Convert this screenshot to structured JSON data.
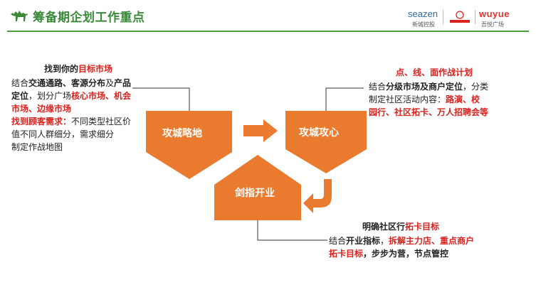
{
  "header": {
    "title": "筹备期企划工作重点",
    "brand_left_name": "seazen",
    "brand_left_sub": "新城控股",
    "brand_right_name": "wuyue",
    "brand_right_sub": "吾悦广场",
    "colors": {
      "title": "#3a8a3a",
      "rule": "#4a9a3a",
      "shape": "#e97a2e",
      "accent": "#d8231f"
    }
  },
  "steps": {
    "s1": "攻城略地",
    "s2": "攻城攻心",
    "s3": "剑指开业"
  },
  "block1": {
    "title_a": "找到你的",
    "title_b": "目标市场",
    "l1_a": "结合",
    "l1_b": "交通通路、客源分布",
    "l1_c": "及",
    "l1_d": "产品",
    "l2_a": "定位",
    "l2_b": "，划分广场",
    "l2_c": "核心市场、机会",
    "l3_a": "市场、边缘市场",
    "l4_a": "找到顾客需求：",
    "l4_b": "不同类型社区价",
    "l5": "值不同人群细分，需求细分",
    "l6": "制定作战地图"
  },
  "block2": {
    "title": "点、线、面作战计划",
    "l1_a": "结合",
    "l1_b": "分级市场及商户定位",
    "l1_c": "，分类",
    "l2_a": "制定社区活动内容：",
    "l2_b": "路演、校",
    "l3": "园行、社区拓卡、万人招聘会等"
  },
  "block3": {
    "title_a": "明确社区行",
    "title_b": "拓卡目标",
    "l1_a": "结合",
    "l1_b": "开业指标",
    "l1_c": "，",
    "l1_d": "拆解主力店、重点商户",
    "l2_a": "拓卡目标",
    "l2_b": "，步步为营，节点管控"
  }
}
